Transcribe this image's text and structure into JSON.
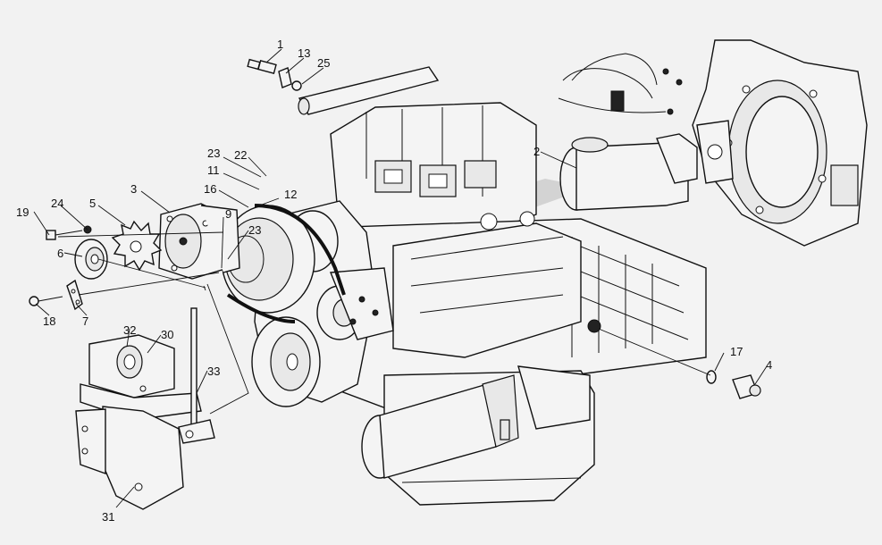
{
  "labels": [
    {
      "id": "1",
      "text": "1"
    },
    {
      "id": "13",
      "text": "13"
    },
    {
      "id": "25",
      "text": "25"
    },
    {
      "id": "2",
      "text": "2"
    },
    {
      "id": "23a",
      "text": "23"
    },
    {
      "id": "22",
      "text": "22"
    },
    {
      "id": "11",
      "text": "11"
    },
    {
      "id": "16",
      "text": "16"
    },
    {
      "id": "12",
      "text": "12"
    },
    {
      "id": "3",
      "text": "3"
    },
    {
      "id": "9",
      "text": "9"
    },
    {
      "id": "23b",
      "text": "23"
    },
    {
      "id": "19",
      "text": "19"
    },
    {
      "id": "24",
      "text": "24"
    },
    {
      "id": "5",
      "text": "5"
    },
    {
      "id": "6",
      "text": "6"
    },
    {
      "id": "18",
      "text": "18"
    },
    {
      "id": "7",
      "text": "7"
    },
    {
      "id": "32",
      "text": "32"
    },
    {
      "id": "30",
      "text": "30"
    },
    {
      "id": "33",
      "text": "33"
    },
    {
      "id": "31",
      "text": "31"
    },
    {
      "id": "17",
      "text": "17"
    },
    {
      "id": "4",
      "text": "4"
    }
  ],
  "colors": {
    "background": "#f2f2f2",
    "ink": "#111111",
    "watermark": "#b9b9b9"
  }
}
